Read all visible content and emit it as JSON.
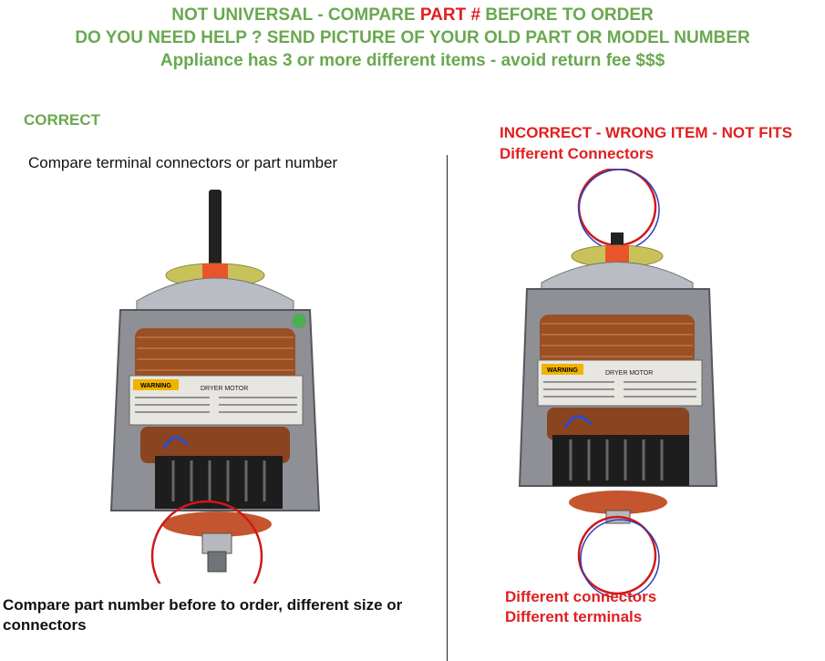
{
  "header": {
    "line1_before": "NOT UNIVERSAL - COMPARE ",
    "line1_highlight": "PART #",
    "line1_after": " BEFORE TO ORDER",
    "line2": "DO YOU NEED HELP ? SEND PICTURE OF YOUR OLD PART OR MODEL NUMBER",
    "line3": "Appliance has 3 or more different items  - avoid return fee $$$"
  },
  "left": {
    "status": "CORRECT",
    "instruction": "Compare terminal connectors or part number",
    "caption": "Compare part number before to order, different size or connectors"
  },
  "right": {
    "status": "INCORRECT - WRONG ITEM - NOT FITS",
    "top_note": "Different Connectors",
    "bottom_note_1": "Different connectors",
    "bottom_note_2": "Different terminals"
  },
  "label": {
    "warning": "WARNING",
    "title": "DRYER MOTOR"
  },
  "colors": {
    "green": "#6aa84f",
    "red": "#e02020",
    "copper": "#9a4f24",
    "housing": "#8e9096",
    "yellow": "#c9c25a"
  }
}
